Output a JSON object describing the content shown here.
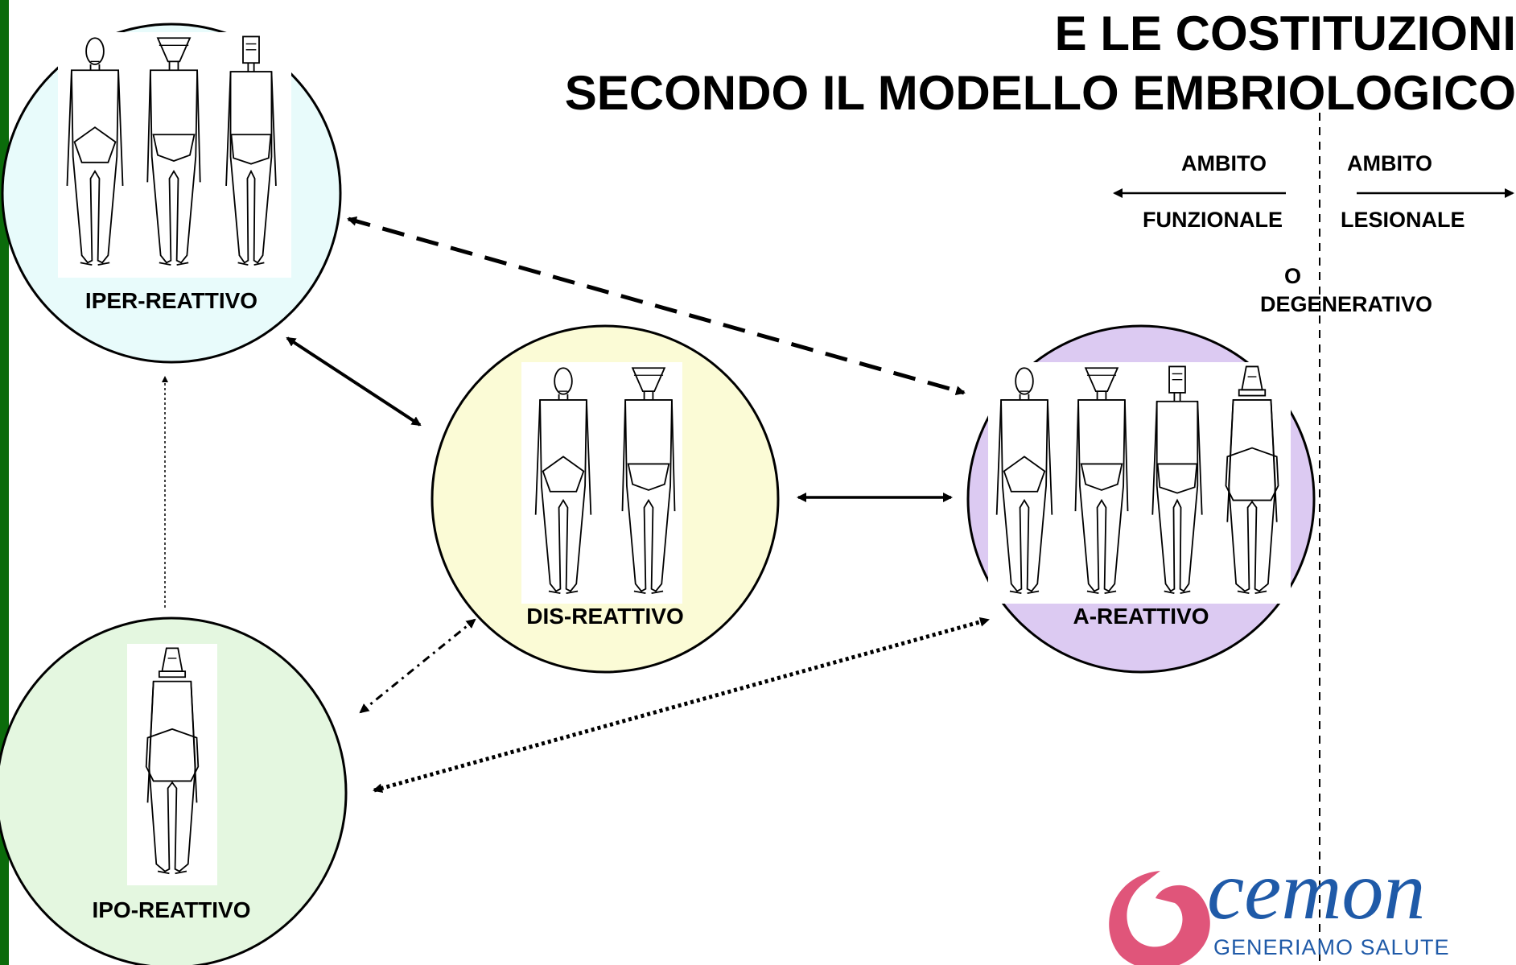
{
  "title": {
    "line1": "E LE COSTITUZIONI",
    "line2": "SECONDO IL MODELLO EMBRIOLOGICO"
  },
  "ambito": {
    "left_top": "AMBITO",
    "left_bottom": "FUNZIONALE",
    "right_top": "AMBITO",
    "right_bottom": "LESIONALE",
    "connector": "O",
    "degenerative": "DEGENERATIVO"
  },
  "nodes": {
    "iper": {
      "label": "IPER-REATTIVO",
      "fill": "#e8fbfb",
      "figures": [
        "type-a",
        "type-b",
        "type-c"
      ]
    },
    "dis": {
      "label": "DIS-REATTIVO",
      "fill": "#fbfbd6",
      "figures": [
        "type-a",
        "type-b"
      ]
    },
    "a": {
      "label": "A-REATTIVO",
      "fill": "#dccaf2",
      "figures": [
        "type-a",
        "type-b",
        "type-c",
        "type-d"
      ]
    },
    "ipo": {
      "label": "IPO-REATTIVO",
      "fill": "#e4f7e0",
      "figures": [
        "type-d"
      ]
    }
  },
  "logo": {
    "name": "cemon",
    "tagline": "GENERIAMO SALUTE",
    "color_main": "#1f5aa8",
    "color_mark": "#e0557a"
  },
  "colors": {
    "side_bar": "#0b6b0b",
    "ink": "#000000"
  }
}
